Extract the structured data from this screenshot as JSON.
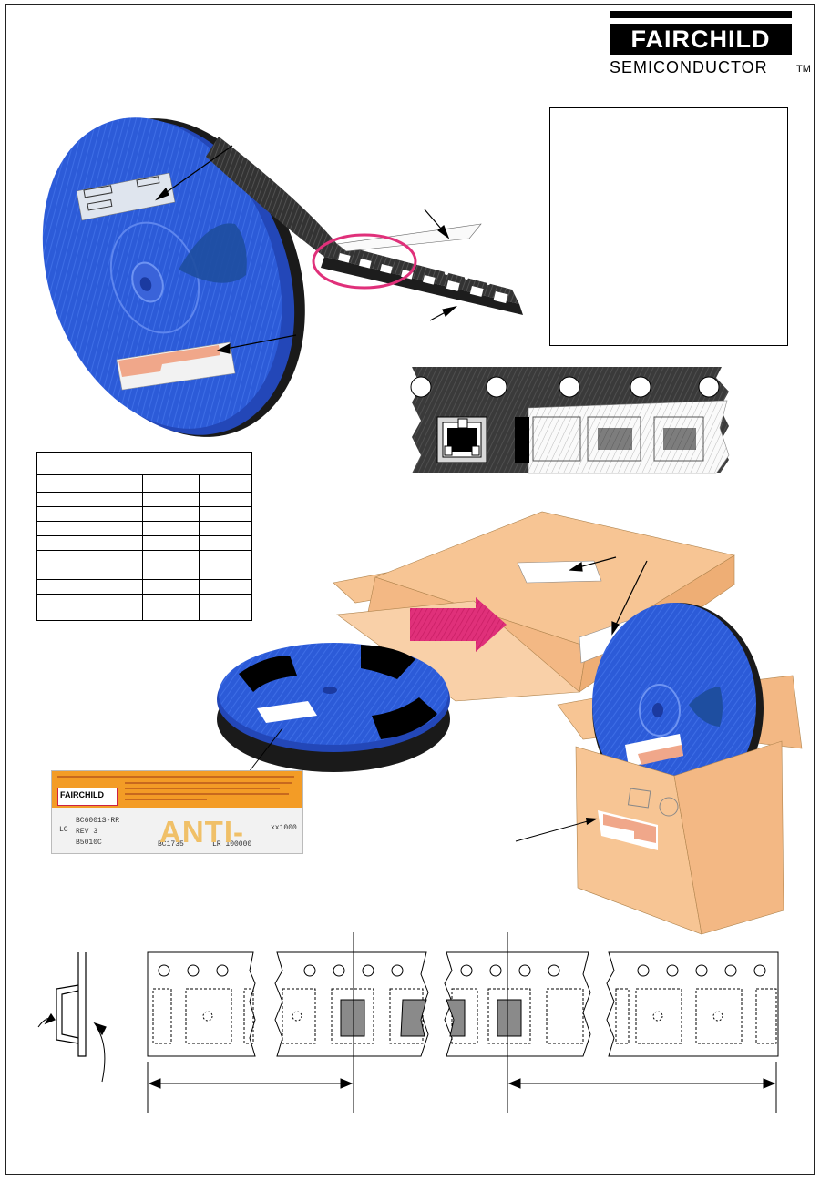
{
  "logo": {
    "name": "FAIRCHILD",
    "subtitle": "SEMICONDUCTOR",
    "trademark": "TM"
  },
  "reel_label": {
    "stamp": "ANTI-STATIC",
    "fine_print": [
      "LG",
      "BC6001S-RR",
      "REV 3",
      "B5010C",
      "BC1735",
      "LR 100000",
      "xx1000"
    ]
  },
  "colors": {
    "reel_blue": "#2c5bd8",
    "cardboard": "#f7c594",
    "highlight_magenta": "#e0307a",
    "label_orange": "#f39c26"
  }
}
